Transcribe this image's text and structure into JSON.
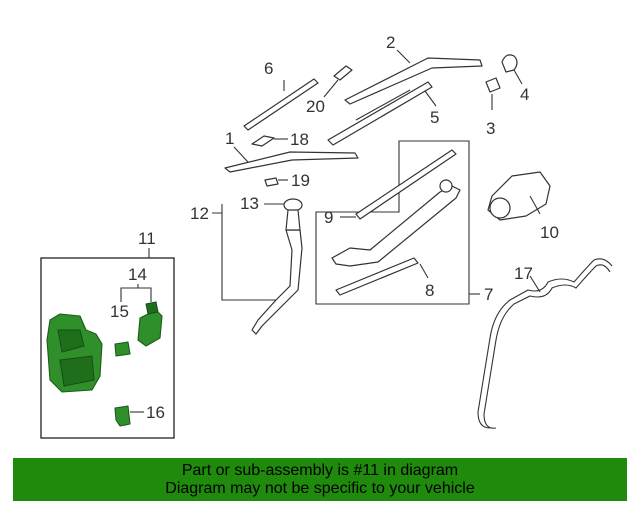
{
  "diagram": {
    "callouts": {
      "c1": "1",
      "c2": "2",
      "c3": "3",
      "c4": "4",
      "c5": "5",
      "c6": "6",
      "c7": "7",
      "c8": "8",
      "c9": "9",
      "c10": "10",
      "c11": "11",
      "c12": "12",
      "c13": "13",
      "c14": "14",
      "c15": "15",
      "c16": "16",
      "c17": "17",
      "c18": "18",
      "c19": "19",
      "c20": "20"
    },
    "highlight_color": "#2f8f2b"
  },
  "banner": {
    "line1": "Part or sub-assembly is #11 in diagram",
    "line2": "Diagram may not be specific to your vehicle",
    "color": "#1f8a0c"
  }
}
